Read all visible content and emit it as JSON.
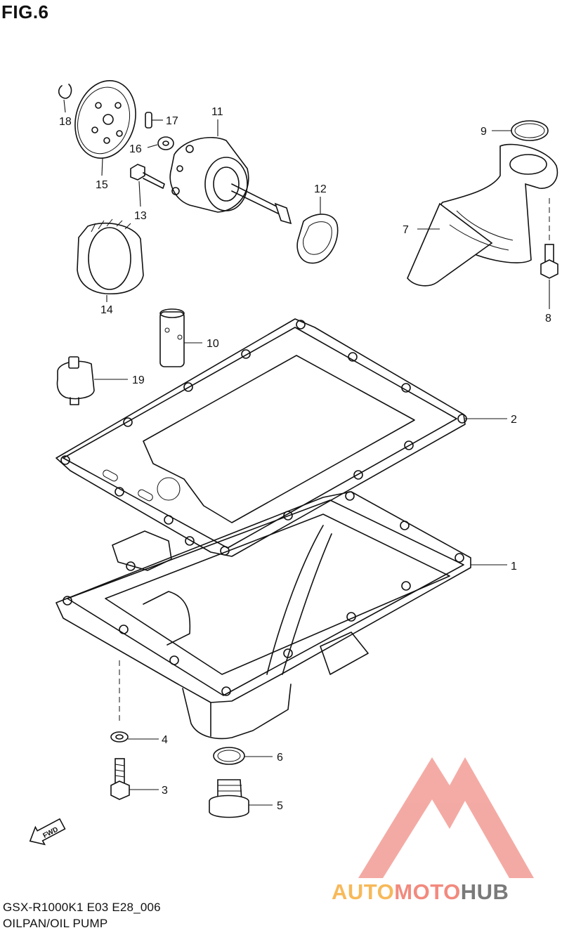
{
  "figure": {
    "title": "FIG.6"
  },
  "footer": {
    "model_code": "GSX-R1000K1 E03 E28_006",
    "section_name": "OILPAN/OIL PUMP"
  },
  "direction_marker": {
    "label": "FWD"
  },
  "watermark": {
    "part1": "AUTO",
    "part2": "MOTO",
    "part3": "HUB",
    "colors": {
      "auto": "#f7b95a",
      "moto": "#f28a7e",
      "hub": "#7a7a7a",
      "logo": "#f4a6a0"
    }
  },
  "callouts": [
    {
      "number": "1"
    },
    {
      "number": "2"
    },
    {
      "number": "3"
    },
    {
      "number": "4"
    },
    {
      "number": "5"
    },
    {
      "number": "6"
    },
    {
      "number": "7"
    },
    {
      "number": "8"
    },
    {
      "number": "9"
    },
    {
      "number": "10"
    },
    {
      "number": "11"
    },
    {
      "number": "12"
    },
    {
      "number": "13"
    },
    {
      "number": "14"
    },
    {
      "number": "15"
    },
    {
      "number": "16"
    },
    {
      "number": "17"
    },
    {
      "number": "18"
    },
    {
      "number": "19"
    }
  ]
}
